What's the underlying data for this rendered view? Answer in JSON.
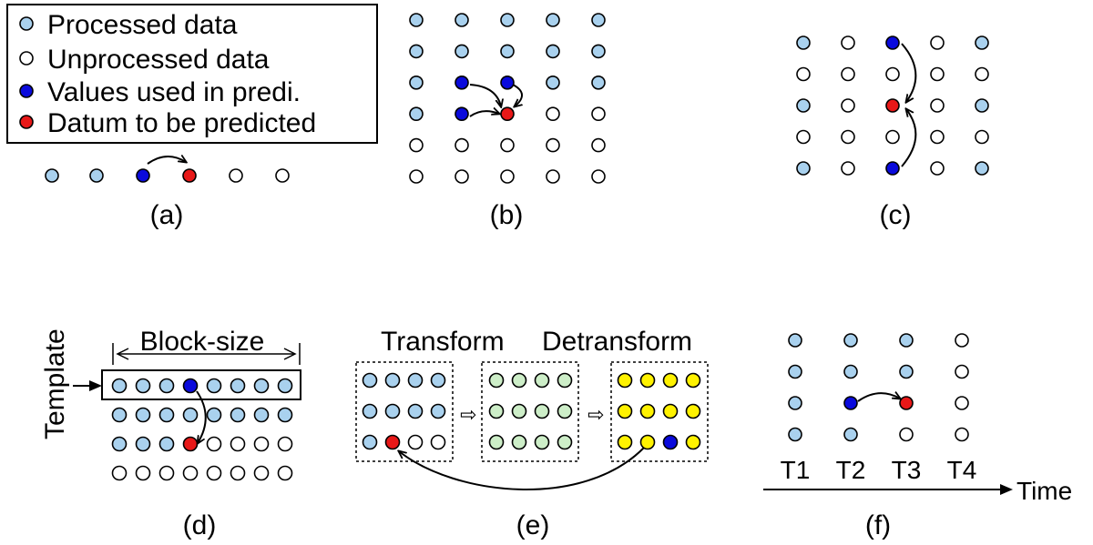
{
  "colors": {
    "processed": "#a9d1ee",
    "unprocessed": "#ffffff",
    "used": "#0a0adc",
    "predicted": "#e81818",
    "transformed": "#cdeec8",
    "detransformed": "#fff200"
  },
  "legend": {
    "items": [
      {
        "label": "Processed data",
        "kind": "processed"
      },
      {
        "label": "Unprocessed data",
        "kind": "unprocessed"
      },
      {
        "label": "Values used in predi.",
        "kind": "used"
      },
      {
        "label": "Datum to be predicted",
        "kind": "predicted"
      }
    ]
  },
  "panels": {
    "a": {
      "caption": "(a)"
    },
    "b": {
      "caption": "(b)"
    },
    "c": {
      "caption": "(c)"
    },
    "d": {
      "caption": "(d)",
      "block_size_label": "Block-size",
      "template_label": "Template"
    },
    "e": {
      "caption": "(e)",
      "transform_label": "Transform",
      "detransform_label": "Detransform"
    },
    "f": {
      "caption": "(f)",
      "time_labels": [
        "T1",
        "T2",
        "T3",
        "T4"
      ],
      "time_axis_label": "Time"
    }
  }
}
